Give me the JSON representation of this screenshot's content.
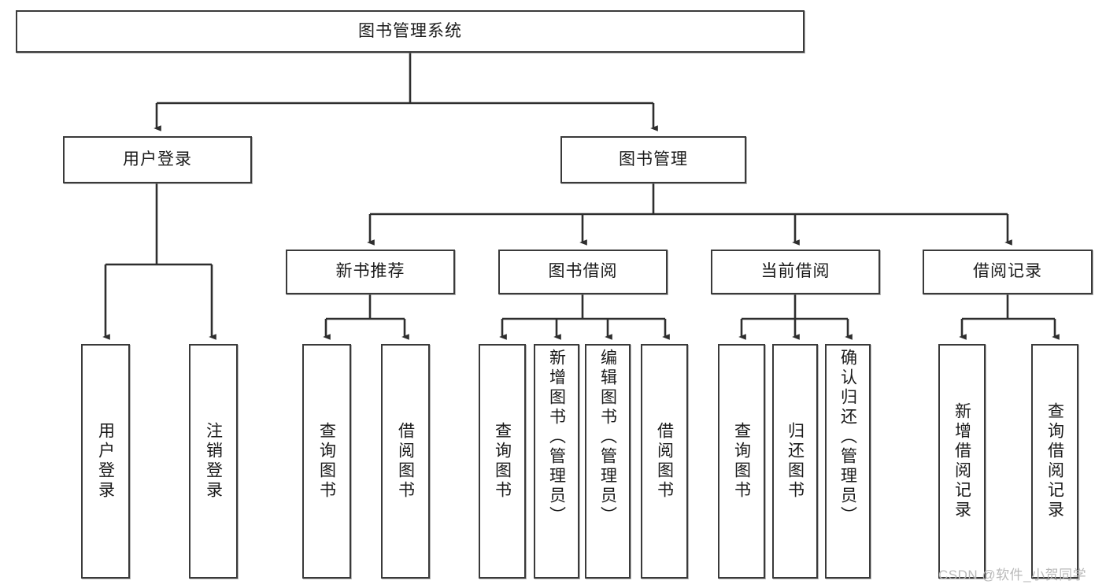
{
  "diagram": {
    "type": "tree-hierarchy",
    "title": "图书管理系统",
    "nodes": {
      "root": {
        "label": "图书管理系统",
        "level": 1,
        "orientation": "horizontal"
      },
      "user_login": {
        "label": "用户登录",
        "level": 2,
        "orientation": "horizontal"
      },
      "book_manage": {
        "label": "图书管理",
        "level": 2,
        "orientation": "horizontal"
      },
      "new_book_rec": {
        "label": "新书推荐",
        "level": 3,
        "orientation": "horizontal"
      },
      "book_borrow": {
        "label": "图书借阅",
        "level": 3,
        "orientation": "horizontal"
      },
      "current_borrow": {
        "label": "当前借阅",
        "level": 3,
        "orientation": "horizontal"
      },
      "borrow_record": {
        "label": "借阅记录",
        "level": 3,
        "orientation": "horizontal"
      },
      "leaf_user_login": {
        "label": "用户登录",
        "level": 4,
        "orientation": "vertical"
      },
      "leaf_logout": {
        "label": "注销登录",
        "level": 4,
        "orientation": "vertical"
      },
      "leaf_query_book_1": {
        "label": "查询图书",
        "level": 4,
        "orientation": "vertical"
      },
      "leaf_borrow_book_1": {
        "label": "借阅图书",
        "level": 4,
        "orientation": "vertical"
      },
      "leaf_query_book_2": {
        "label": "查询图书",
        "level": 4,
        "orientation": "vertical"
      },
      "leaf_add_book": {
        "label": "新增图书（管理员）",
        "level": 4,
        "orientation": "vertical"
      },
      "leaf_edit_book": {
        "label": "编辑图书（管理员）",
        "level": 4,
        "orientation": "vertical"
      },
      "leaf_borrow_book_2": {
        "label": "借阅图书",
        "level": 4,
        "orientation": "vertical"
      },
      "leaf_query_book_3": {
        "label": "查询图书",
        "level": 4,
        "orientation": "vertical"
      },
      "leaf_return_book": {
        "label": "归还图书",
        "level": 4,
        "orientation": "vertical"
      },
      "leaf_confirm_return": {
        "label": "确认归还（管理员）",
        "level": 4,
        "orientation": "vertical"
      },
      "leaf_add_record": {
        "label": "新增借阅记录",
        "level": 4,
        "orientation": "vertical"
      },
      "leaf_query_record": {
        "label": "查询借阅记录",
        "level": 4,
        "orientation": "vertical"
      }
    },
    "edges": [
      {
        "from": "root",
        "to": "user_login"
      },
      {
        "from": "root",
        "to": "book_manage"
      },
      {
        "from": "user_login",
        "to": "leaf_user_login"
      },
      {
        "from": "user_login",
        "to": "leaf_logout"
      },
      {
        "from": "book_manage",
        "to": "new_book_rec"
      },
      {
        "from": "book_manage",
        "to": "book_borrow"
      },
      {
        "from": "book_manage",
        "to": "current_borrow"
      },
      {
        "from": "book_manage",
        "to": "borrow_record"
      },
      {
        "from": "new_book_rec",
        "to": "leaf_query_book_1"
      },
      {
        "from": "new_book_rec",
        "to": "leaf_borrow_book_1"
      },
      {
        "from": "book_borrow",
        "to": "leaf_query_book_2"
      },
      {
        "from": "book_borrow",
        "to": "leaf_add_book"
      },
      {
        "from": "book_borrow",
        "to": "leaf_edit_book"
      },
      {
        "from": "book_borrow",
        "to": "leaf_borrow_book_2"
      },
      {
        "from": "current_borrow",
        "to": "leaf_query_book_3"
      },
      {
        "from": "current_borrow",
        "to": "leaf_return_book"
      },
      {
        "from": "current_borrow",
        "to": "leaf_confirm_return"
      },
      {
        "from": "borrow_record",
        "to": "leaf_add_record"
      },
      {
        "from": "borrow_record",
        "to": "leaf_query_record"
      }
    ],
    "colors": {
      "node_border": "#3a3a3a",
      "node_fill": "#ffffff",
      "connector": "#2e2e2e",
      "text": "#1a1a1a",
      "watermark": "#b9b9b9",
      "background": "#ffffff"
    }
  },
  "watermark": {
    "text": "CSDN @软件_小贺同学"
  }
}
